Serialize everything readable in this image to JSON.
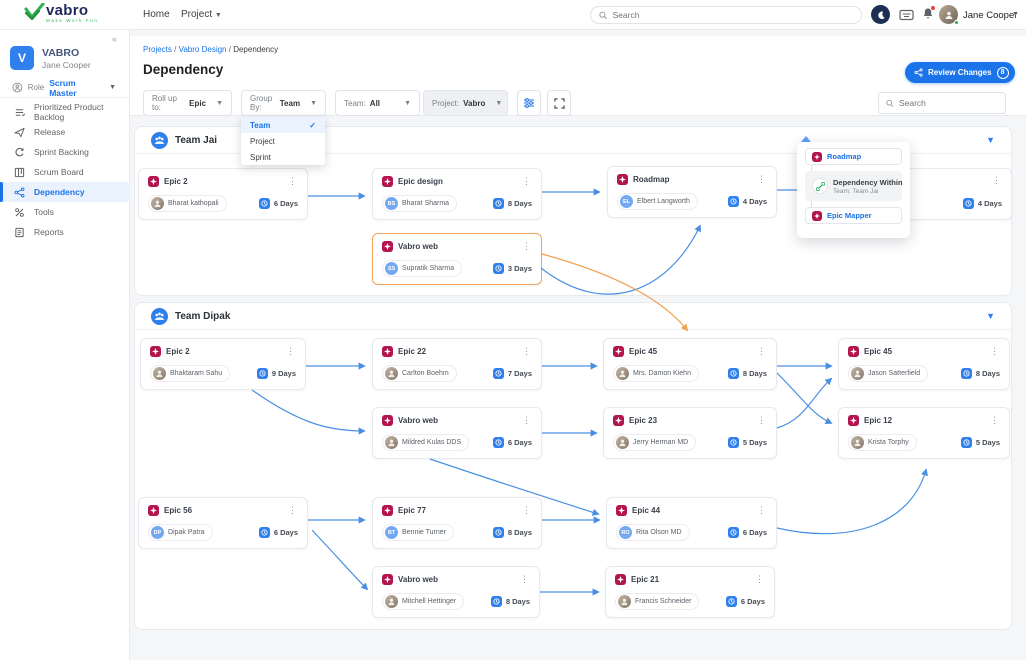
{
  "navbar": {
    "brand": "vabro",
    "tagline": "Make Work Fun",
    "home": "Home",
    "project": "Project",
    "search_placeholder": "Search",
    "user_name": "Jane Cooper"
  },
  "sidebar": {
    "workspace": {
      "initial": "V",
      "name": "VABRO",
      "owner": "Jane Cooper"
    },
    "role": {
      "label": "Role",
      "value": "Scrum Master"
    },
    "items": [
      {
        "label": "Prioritized Product Backlog",
        "active": false
      },
      {
        "label": "Release",
        "active": false
      },
      {
        "label": "Sprint Backing",
        "active": false
      },
      {
        "label": "Scrum Board",
        "active": false
      },
      {
        "label": "Dependency",
        "active": true
      },
      {
        "label": "Tools",
        "active": false
      },
      {
        "label": "Reports",
        "active": false
      }
    ]
  },
  "page": {
    "breadcrumb": {
      "parts": [
        "Projects",
        "Vabro Design",
        "Dependency"
      ],
      "separator": "/"
    },
    "title": "Dependency",
    "review": {
      "label": "Review Changes",
      "badge": "8"
    }
  },
  "filters": {
    "roll_up": {
      "label": "Roll up to:",
      "value": "Epic"
    },
    "group_by": {
      "label": "Group By:",
      "value": "Team",
      "options": [
        {
          "label": "Team",
          "selected": true
        },
        {
          "label": "Project",
          "selected": false
        },
        {
          "label": "Sprint",
          "selected": false
        }
      ]
    },
    "team": {
      "label": "Team:",
      "value": "All"
    },
    "project": {
      "label": "Project:",
      "value": "Vabro"
    },
    "search_placeholder": "Search"
  },
  "popup": {
    "from": "Roadmap",
    "relation": "Dependency Within",
    "scope": "Team: Team Jai",
    "to": "Epic Mapper"
  },
  "teams": [
    {
      "name": "Team Jai",
      "cards": [
        {
          "title": "Epic 2",
          "assignee": "Bharat kathopali",
          "days": "6 Days",
          "avatar": "photo",
          "initials": ""
        },
        {
          "title": "Epic design",
          "assignee": "Bharat Sharma",
          "days": "8 Days",
          "avatar": "initials",
          "initials": "BS"
        },
        {
          "title": "Vabro web",
          "assignee": "Supratik Sharma",
          "days": "3 Days",
          "avatar": "initials",
          "initials": "SS"
        },
        {
          "title": "Roadmap",
          "assignee": "Elbert Langworth",
          "days": "4 Days",
          "avatar": "initials",
          "initials": "EL"
        },
        {
          "title": "",
          "assignee": "",
          "days": "4 Days",
          "avatar": "photo",
          "initials": ""
        }
      ]
    },
    {
      "name": "Team Dipak",
      "cards": [
        {
          "title": "Epic 2",
          "assignee": "Bhaktaram Sahu",
          "days": "9 Days",
          "avatar": "photo",
          "initials": ""
        },
        {
          "title": "Epic 22",
          "assignee": "Carlton Boehm",
          "days": "7 Days",
          "avatar": "photo",
          "initials": ""
        },
        {
          "title": "Epic 45",
          "assignee": "Mrs. Damon Kiehn",
          "days": "8 Days",
          "avatar": "photo",
          "initials": ""
        },
        {
          "title": "Epic 45",
          "assignee": "Jason Satterfield",
          "days": "8 Days",
          "avatar": "photo",
          "initials": ""
        },
        {
          "title": "Vabro web",
          "assignee": "Mildred Kulas DDS",
          "days": "6 Days",
          "avatar": "photo",
          "initials": ""
        },
        {
          "title": "Epic 23",
          "assignee": "Jerry Herman MD",
          "days": "5 Days",
          "avatar": "photo",
          "initials": ""
        },
        {
          "title": "Epic 12",
          "assignee": "Krista Torphy",
          "days": "5 Days",
          "avatar": "photo",
          "initials": ""
        },
        {
          "title": "Epic 56",
          "assignee": "Dipak Patra",
          "days": "6 Days",
          "avatar": "initials",
          "initials": "DP"
        },
        {
          "title": "Epic 77",
          "assignee": "Bennie Turner",
          "days": "8 Days",
          "avatar": "initials",
          "initials": "BT"
        },
        {
          "title": "Epic 44",
          "assignee": "Rita Olson MD",
          "days": "6 Days",
          "avatar": "initials",
          "initials": "RO"
        },
        {
          "title": "Vabro web",
          "assignee": "Mitchell Hettinger",
          "days": "8 Days",
          "avatar": "photo",
          "initials": ""
        },
        {
          "title": "Epic 21",
          "assignee": "Francis Schneider",
          "days": "6 Days",
          "avatar": "photo",
          "initials": ""
        }
      ]
    }
  ],
  "colors": {
    "accent_blue": "#1a73e8",
    "epic_red": "#b3164e",
    "arrow_blue": "#4a90e2",
    "arrow_orange": "#f2a052",
    "active_item_bg": "#eaf2fd"
  }
}
